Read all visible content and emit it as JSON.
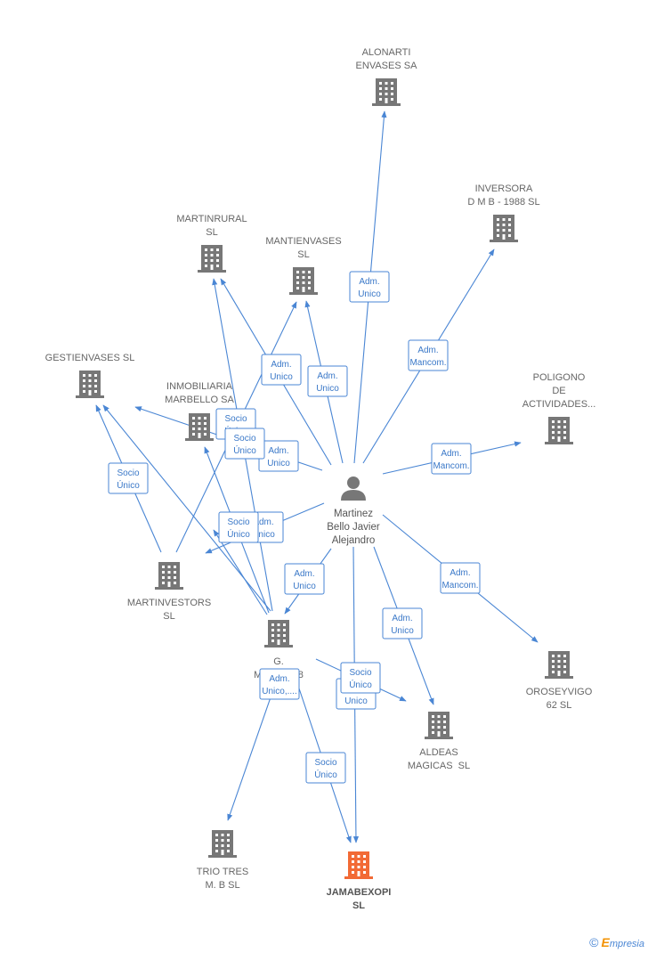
{
  "colors": {
    "edge": "#4a86d4",
    "company": "#777777",
    "target": "#f26a35",
    "person": "#777777"
  },
  "person": {
    "id": "p",
    "label": [
      "Martinez",
      "Bello Javier",
      "Alejandro"
    ],
    "icon": "person-icon"
  },
  "companies": [
    {
      "id": "alonarti",
      "label": [
        "ALONARTI",
        "ENVASES SA"
      ]
    },
    {
      "id": "inversora",
      "label": [
        "INVERSORA",
        "D M B - 1988 SL"
      ]
    },
    {
      "id": "martinrural",
      "label": [
        "MARTINRURAL",
        "SL"
      ]
    },
    {
      "id": "mantienvases",
      "label": [
        "MANTIENVASES",
        "SL"
      ]
    },
    {
      "id": "gestienvases",
      "label": [
        "GESTIENVASES SL"
      ]
    },
    {
      "id": "inmobiliaria",
      "label": [
        "INMOBILIARIA",
        "MARBELLO SA"
      ]
    },
    {
      "id": "poligono",
      "label": [
        "POLIGONO",
        "DE",
        "ACTIVIDADES..."
      ]
    },
    {
      "id": "martinvestors",
      "label": [
        "MARTINVESTORS",
        "SL"
      ]
    },
    {
      "id": "gma",
      "label": [
        "G.",
        "MA         48"
      ]
    },
    {
      "id": "oroseyvigo",
      "label": [
        "OROSEYVIGO",
        "62 SL"
      ]
    },
    {
      "id": "aldeas",
      "label": [
        "ALDEAS",
        "MAGICAS  SL"
      ]
    },
    {
      "id": "triotres",
      "label": [
        "TRIO TRES",
        "M. B SL"
      ]
    },
    {
      "id": "jamabexopi",
      "label": [
        "JAMABEXOPI",
        "SL"
      ],
      "target": true
    }
  ],
  "edges": [
    {
      "from": "p",
      "to": "alonarti",
      "label": [
        "Adm.",
        "Unico"
      ]
    },
    {
      "from": "p",
      "to": "inversora",
      "label": [
        "Adm.",
        "Mancom."
      ]
    },
    {
      "from": "p",
      "to": "mantienvases",
      "label": [
        "Adm.",
        "Unico"
      ]
    },
    {
      "from": "p",
      "to": "martinrural",
      "label": []
    },
    {
      "from": "p",
      "to": "inmobiliaria",
      "label": [
        "Adm.",
        "Unico"
      ]
    },
    {
      "from": "p",
      "to": "poligono",
      "label": [
        "Adm.",
        "Mancom."
      ]
    },
    {
      "from": "p",
      "to": "oroseyvigo",
      "label": [
        "Adm.",
        "Mancom."
      ]
    },
    {
      "from": "p",
      "to": "aldeas",
      "label": [
        "Adm.",
        "Unico"
      ]
    },
    {
      "from": "p",
      "to": "jamabexopi",
      "label": [
        "Adm.",
        "Unico"
      ]
    },
    {
      "from": "p",
      "to": "gma",
      "label": [
        "Adm.",
        "Unico"
      ]
    },
    {
      "from": "p",
      "to": "martinvestors",
      "label": [
        "Adm.",
        "Unico"
      ]
    },
    {
      "from": "martinvestors",
      "to": "gestienvases",
      "label": [
        "Socio",
        "Único"
      ]
    },
    {
      "from": "martinvestors",
      "to": "mantienvases",
      "label": [
        "Adm.",
        "Unico"
      ]
    },
    {
      "from": "gma",
      "to": "martinrural",
      "label": [
        "Socio",
        "Único"
      ]
    },
    {
      "from": "gma",
      "to": "inmobiliaria",
      "label": [
        "Socio",
        "Único"
      ]
    },
    {
      "from": "gma",
      "to": "martinvestors",
      "label": [
        "Socio",
        "Único"
      ]
    },
    {
      "from": "gma",
      "to": "gestienvases",
      "label": [
        "Socio",
        "Único"
      ]
    },
    {
      "from": "gma",
      "to": "aldeas",
      "label": [
        "Socio",
        "Único"
      ]
    },
    {
      "from": "gma",
      "to": "jamabexopi",
      "label": [
        "Socio",
        "Único"
      ]
    },
    {
      "from": "gma",
      "to": "triotres",
      "label": [
        "Adm.",
        "Unico,...."
      ]
    }
  ],
  "logo": {
    "copyright": "©",
    "brand_first": "E",
    "brand_rest": "mpresia"
  }
}
